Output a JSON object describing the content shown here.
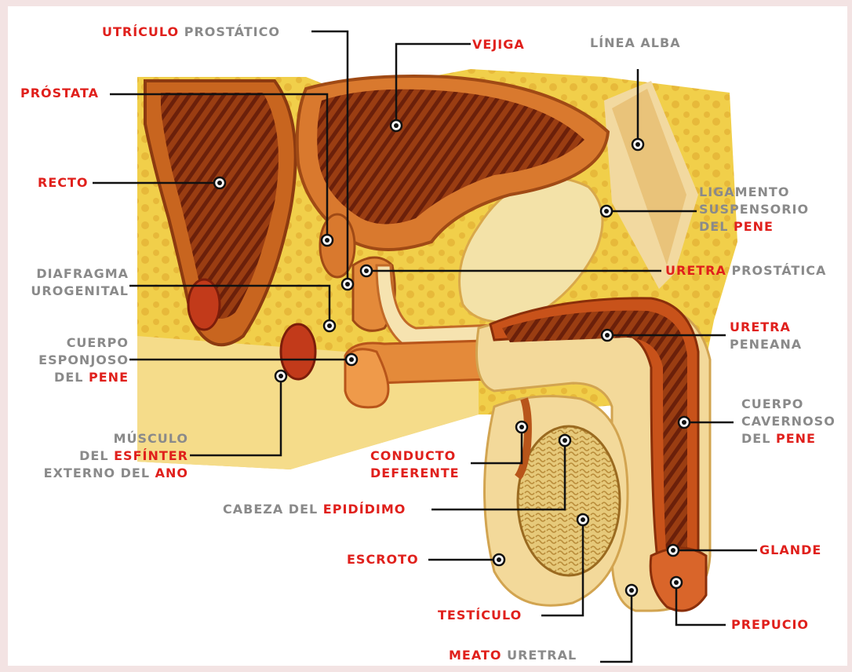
{
  "labels": {
    "utriculo": {
      "hl": "UTRÍCULO",
      "rest": "PROSTÁTICO"
    },
    "vejiga": "VEJIGA",
    "linea_alba": "LÍNEA ALBA",
    "prostata": "PRÓSTATA",
    "recto": "RECTO",
    "ligamento": {
      "l1": "LIGAMENTO",
      "l2": "SUSPENSORIO",
      "l3_pre": "DEL",
      "l3_hl": "PENE"
    },
    "diafragma": {
      "l1": "DIAFRAGMA",
      "l2": "UROGENITAL"
    },
    "uretra_prostatica": {
      "hl": "URETRA",
      "rest": "PROSTÁTICA"
    },
    "cuerpo_esponjoso": {
      "l1": "CUERPO",
      "l2": "ESPONJOSO",
      "l3_pre": "DEL",
      "l3_hl": "PENE"
    },
    "uretra_peneana": {
      "l1": "URETRA",
      "l2": "PENEANA"
    },
    "cuerpo_cavernoso": {
      "l1": "CUERPO",
      "l2": "CAVERNOSO",
      "l3_pre": "DEL",
      "l3_hl": "PENE"
    },
    "musculo": {
      "l1": "MÚSCULO",
      "l2_pre": "DEL",
      "l2_hl": "ESFÍNTER",
      "l3_pre": "EXTERNO DEL",
      "l3_hl": "ANO"
    },
    "conducto": {
      "l1": "CONDUCTO",
      "l2": "DEFERENTE"
    },
    "cabeza": {
      "pre": "CABEZA DEL",
      "hl": "EPIDÍDIMO"
    },
    "escroto": "ESCROTO",
    "glande": "GLANDE",
    "testiculo": "TESTÍCULO",
    "prepucio": "PREPUCIO",
    "meato": {
      "hl": "MEATO",
      "rest": "URETRAL"
    }
  },
  "colors": {
    "label_highlight": "#e0201c",
    "label_text": "#8a8a8a",
    "leader_line": "#111111",
    "page_border": "#f3e3e3"
  }
}
